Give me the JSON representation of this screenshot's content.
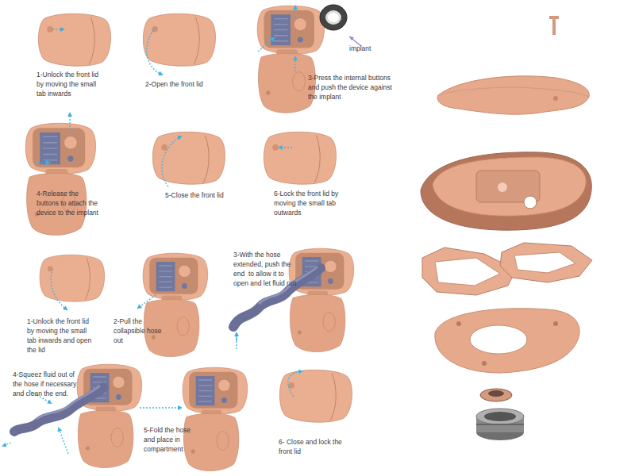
{
  "diagram": {
    "labels": [
      "1-Unlock the front lid by moving the small tab inwards",
      "2-Open the front lid",
      "3-Press the internal buttons and push the device against the implant",
      "implant",
      "4-Release the buttons to attach the device to the implant",
      "5-Close the front lid",
      "6-Lock the front lid by moving the small tab outwards",
      "1-Unlock the front lid by moving the small tab inwards and open the lid",
      "2-Pull the collapsible hose out",
      "3-With the hose extended, push the end  to allow it to open and let fluid run",
      "4-Squeez fluid out of the hose if necessary and clean the end.",
      "5-Fold the hose and place in compartment",
      "6- Close and lock the front lid"
    ]
  }
}
